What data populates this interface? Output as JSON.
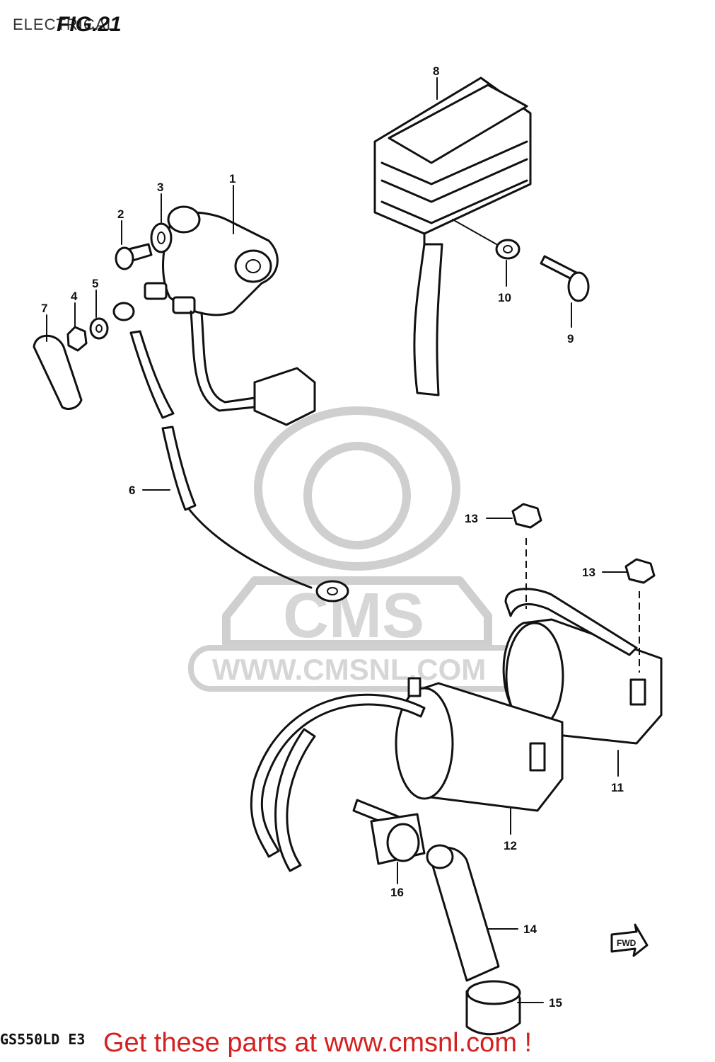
{
  "header": {
    "section_title": "ELECTRICAL",
    "figure_label": "FIG.21"
  },
  "model_code": "GS550LD E3",
  "footer": {
    "promo_text": "Get these parts at www.cmsnl.com !",
    "promo_color": "#d42020"
  },
  "watermark": {
    "brand": "CMS",
    "url": "WWW.CMSNL.COM"
  },
  "direction_marker": "FWD",
  "callouts": [
    "1",
    "2",
    "3",
    "4",
    "5",
    "6",
    "7",
    "8",
    "9",
    "10",
    "11",
    "12",
    "13",
    "13",
    "14",
    "15",
    "16"
  ]
}
